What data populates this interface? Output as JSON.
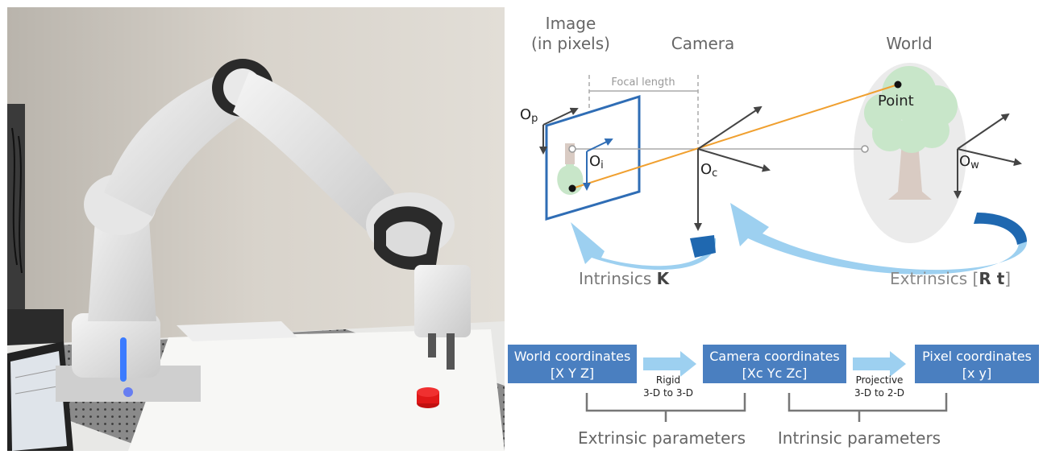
{
  "photo": {
    "icon": "robot-arm-photo"
  },
  "camera_model": {
    "image_label_line1": "Image",
    "image_label_line2": "(in pixels)",
    "camera_label": "Camera",
    "world_label": "World",
    "focal_length_label": "Focal length",
    "point_label": "Point",
    "origin_pixel": {
      "main": "O",
      "sub": "p"
    },
    "origin_image": {
      "main": "O",
      "sub": "i"
    },
    "origin_camera": {
      "main": "O",
      "sub": "c"
    },
    "origin_world": {
      "main": "O",
      "sub": "w"
    },
    "intrinsics_text": "Intrinsics ",
    "intrinsics_symbol": "K",
    "extrinsics_text": "Extrinsics [",
    "extrinsics_R": "R",
    "extrinsics_t": " t",
    "extrinsics_close": "]"
  },
  "pipeline": {
    "world_line1": "World coordinates",
    "world_line2": "[X Y Z]",
    "camera_line1": "Camera coordinates",
    "camera_line2": "[Xc Yc Zc]",
    "pixel_line1": "Pixel coordinates",
    "pixel_line2": "[x y]",
    "rigid_line1": "Rigid",
    "rigid_line2": "3-D to 3-D",
    "projective_line1": "Projective",
    "projective_line2": "3-D to 2-D",
    "extrinsic_parameters": "Extrinsic parameters",
    "intrinsic_parameters": "Intrinsic parameters"
  },
  "colors": {
    "box_blue": "#4a7fc0",
    "light_blue": "#9dd0f0",
    "dark_blue": "#1f68b0",
    "orange": "#f0a030",
    "tree_green": "#c8e6c9",
    "text_gray": "#666666"
  }
}
